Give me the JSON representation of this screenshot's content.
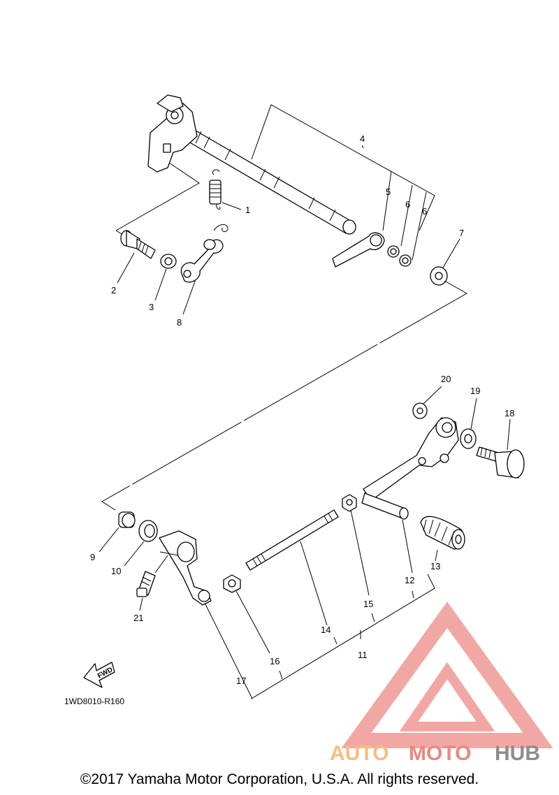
{
  "diagram_code": "1WD8010-R160",
  "fwd_label": "FWD",
  "copyright": "©2017 Yamaha Motor Corporation, U.S.A. All rights reserved.",
  "watermark": {
    "part1": "AUTO",
    "part2": "MOTO",
    "part3": "HUB",
    "color_orange": "#f6b26b",
    "color_red": "#e8736b",
    "color_gray": "#7a7a7a"
  },
  "callouts": [
    "1",
    "2",
    "3",
    "4",
    "5",
    "6",
    "6",
    "7",
    "8",
    "9",
    "10",
    "11",
    "12",
    "13",
    "14",
    "15",
    "16",
    "17",
    "18",
    "19",
    "20",
    "21"
  ]
}
